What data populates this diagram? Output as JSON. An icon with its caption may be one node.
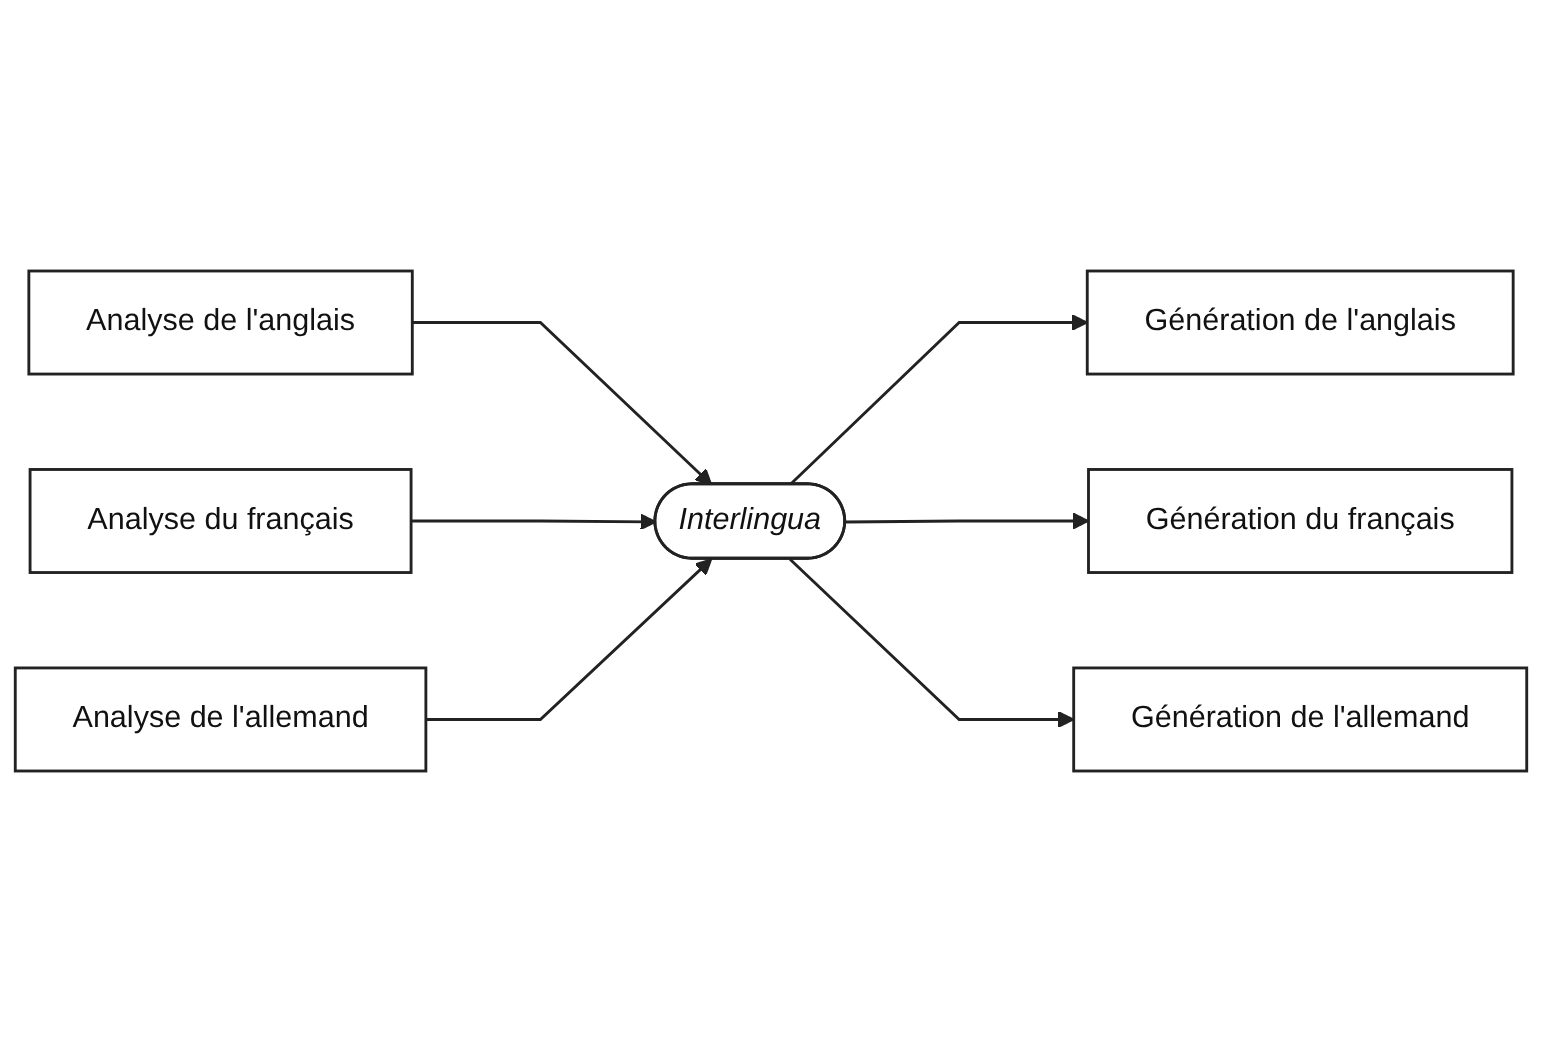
{
  "diagram": {
    "nodes": [
      {
        "text": [
          "Analyse de l'anglais"
        ]
      },
      {
        "text": [
          "Analyse du français"
        ]
      },
      {
        "text": [
          "Analyse de l'allemand"
        ]
      },
      {
        "text": [
          "Interlingua"
        ]
      },
      {
        "text": [
          "Génération de l'anglais"
        ]
      },
      {
        "text": [
          "Génération du français"
        ]
      },
      {
        "text": [
          "Génération de l'allemand"
        ]
      }
    ],
    "edges": [
      {
        "from": 0,
        "to": 3,
        "arrow": "to"
      },
      {
        "from": 1,
        "to": 3,
        "arrow": "to"
      },
      {
        "from": 2,
        "to": 3,
        "arrow": "to"
      },
      {
        "from": 3,
        "to": 4,
        "arrow": "to"
      },
      {
        "from": 3,
        "to": 5,
        "arrow": "to"
      },
      {
        "from": 3,
        "to": 6,
        "arrow": "to"
      }
    ]
  }
}
